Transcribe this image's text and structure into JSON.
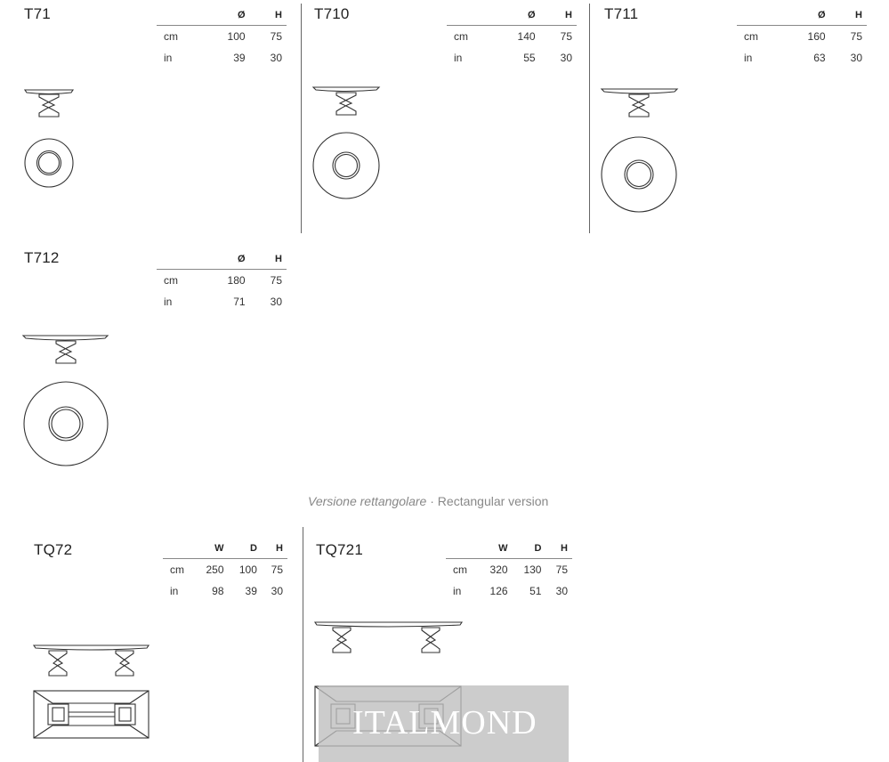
{
  "round": {
    "items": [
      {
        "model": "T71",
        "headers": [
          "",
          "Ø",
          "H"
        ],
        "rows": [
          [
            "cm",
            "100",
            "75"
          ],
          [
            "in",
            "39",
            "30"
          ]
        ]
      },
      {
        "model": "T710",
        "headers": [
          "",
          "Ø",
          "H"
        ],
        "rows": [
          [
            "cm",
            "140",
            "75"
          ],
          [
            "in",
            "55",
            "30"
          ]
        ]
      },
      {
        "model": "T711",
        "headers": [
          "",
          "Ø",
          "H"
        ],
        "rows": [
          [
            "cm",
            "160",
            "75"
          ],
          [
            "in",
            "63",
            "30"
          ]
        ]
      },
      {
        "model": "T712",
        "headers": [
          "",
          "Ø",
          "H"
        ],
        "rows": [
          [
            "cm",
            "180",
            "75"
          ],
          [
            "in",
            "71",
            "30"
          ]
        ]
      }
    ]
  },
  "rect_caption": {
    "italian": "Versione rettangolare",
    "separator": " · ",
    "english": "Rectangular version"
  },
  "rect": {
    "items": [
      {
        "model": "TQ72",
        "headers": [
          "",
          "W",
          "D",
          "H"
        ],
        "rows": [
          [
            "cm",
            "250",
            "100",
            "75"
          ],
          [
            "in",
            "98",
            "39",
            "30"
          ]
        ]
      },
      {
        "model": "TQ721",
        "headers": [
          "",
          "W",
          "D",
          "H"
        ],
        "rows": [
          [
            "cm",
            "320",
            "130",
            "75"
          ],
          [
            "in",
            "126",
            "51",
            "30"
          ]
        ]
      }
    ]
  },
  "watermark": {
    "text": "ITALMOND"
  }
}
